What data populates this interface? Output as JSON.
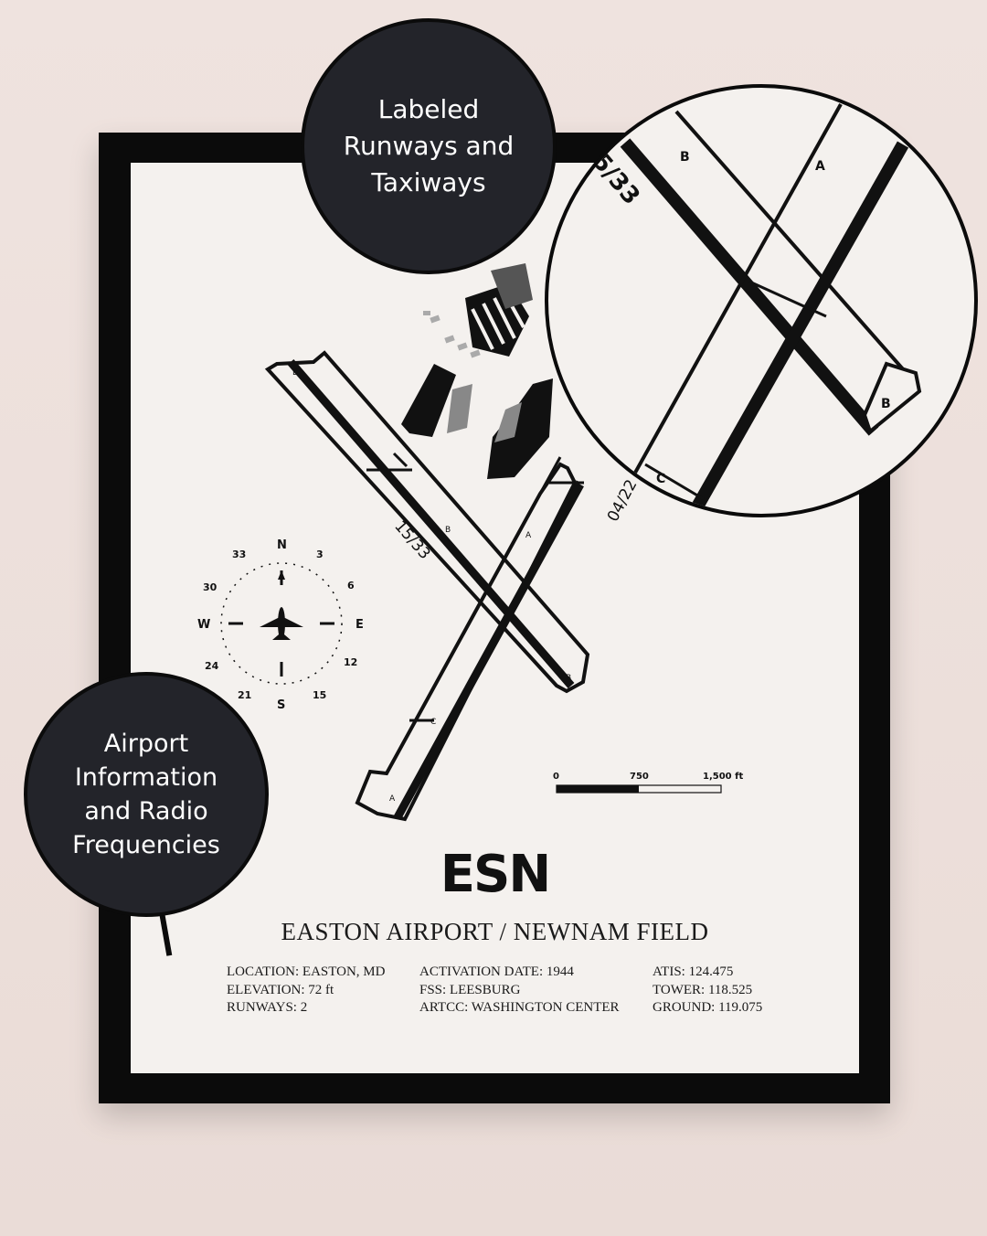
{
  "poster": {
    "code": "ESN",
    "name": "EASTON AIRPORT / NEWNAM FIELD",
    "info_left": [
      "LOCATION: EASTON, MD",
      "ELEVATION: 72 ft",
      "RUNWAYS: 2"
    ],
    "info_mid": [
      "ACTIVATION DATE: 1944",
      "FSS: LEESBURG",
      "ARTCC: WASHINGTON CENTER"
    ],
    "info_right": [
      "ATIS: 124.475",
      "TOWER: 118.525",
      "GROUND: 119.075"
    ]
  },
  "map": {
    "runway_1533": "15/33",
    "runway_0422": "04/22",
    "taxiways": {
      "a": "A",
      "b": "B",
      "c": "C",
      "d": "D",
      "f": "F"
    },
    "scale": {
      "zero": "0",
      "mid": "750",
      "max": "1,500 ft"
    },
    "compass": {
      "n": "N",
      "e": "E",
      "s": "S",
      "w": "W",
      "d3": "3",
      "d6": "6",
      "d12": "12",
      "d15": "15",
      "d21": "21",
      "d24": "24",
      "d30": "30",
      "d33": "33"
    }
  },
  "callouts": {
    "runways": [
      "Labeled",
      "Runways and",
      "Taxiways"
    ],
    "info": [
      "Airport",
      "Information",
      "and Radio",
      "Frequencies"
    ]
  },
  "zoom": {
    "runway_label": "5/33",
    "b_top": "B",
    "a": "A",
    "b_bottom": "B",
    "c": "C"
  },
  "colors": {
    "frame": "#0b0b0b",
    "paper": "#f4f1ee",
    "bubble": "#23242a",
    "wall": "#ece0dc"
  }
}
